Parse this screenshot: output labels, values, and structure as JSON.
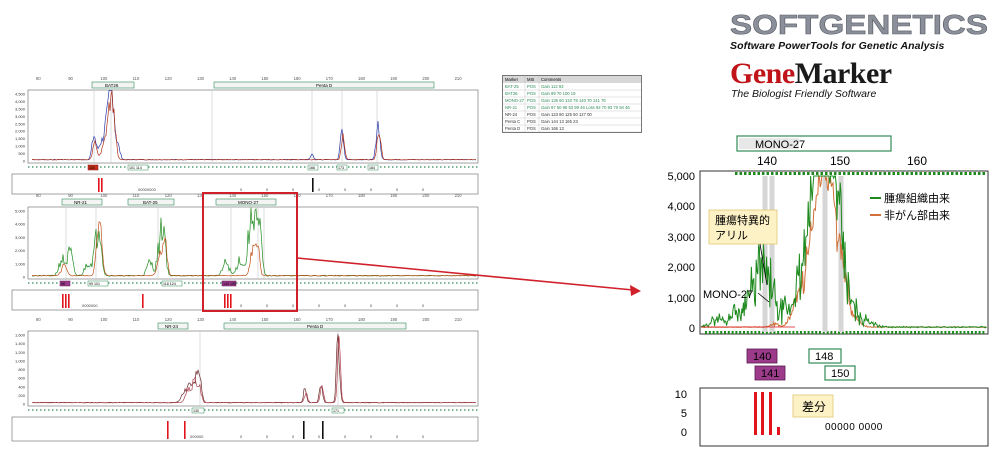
{
  "branding": {
    "company": "SOFTGENETICS",
    "tagline": "Software PowerTools for Genetic Analysis",
    "product_part1": "Gene",
    "product_part2": "Marker",
    "product_tagline": "The Biologist Friendly Software",
    "brand_color": "#c0141a"
  },
  "panels": {
    "p1": {
      "tags": [
        "BAT26",
        "Penta D"
      ],
      "y_ticks": [
        "4,500",
        "4,000",
        "3,500",
        "3,000",
        "2,500",
        "2,000",
        "1,500",
        "1,000",
        "500",
        "0"
      ],
      "x_ticks": [
        "80",
        "90",
        "100",
        "110",
        "120",
        "130",
        "140",
        "150",
        "160",
        "170",
        "180",
        "190",
        "200",
        "210"
      ],
      "bins": [
        "100",
        "101 114",
        "166",
        "173",
        "184"
      ],
      "trace_text": "00000000"
    },
    "p2": {
      "tags": [
        "NR-21",
        "BAT-25",
        "MONO-27"
      ],
      "y_ticks": [
        "5,000",
        "4,000",
        "3,000",
        "2,000",
        "1,000",
        "0"
      ],
      "bins": [
        "98",
        "99 101",
        "118 124",
        "140 150"
      ],
      "trace_text": "0000000"
    },
    "p3": {
      "tags": [
        "NR-24",
        "Penta D"
      ],
      "y_ticks": [
        "1,600",
        "1,400",
        "1,200",
        "1,000",
        "800",
        "600",
        "400",
        "200",
        "0"
      ],
      "bins": [
        "130",
        "171"
      ],
      "trace_text": "000000"
    }
  },
  "results_table": {
    "headers": [
      "Marker",
      "MSI",
      "Comments"
    ],
    "rows": [
      [
        "BAT-25",
        "POS",
        "Gain 112 93"
      ],
      [
        "BAT26",
        "POS",
        "Gain 99 70 100 19"
      ],
      [
        "MONO-27",
        "POS",
        "Gain 135 60 133 78 140 70 141 76"
      ],
      [
        "NR-21",
        "POS",
        "Gain 97 50 98 53 99 46 Loss 92 70 93 70 94 46"
      ],
      [
        "NR-24",
        "POS",
        "Gain 123 80 125 50 127 00"
      ],
      [
        "Penta C",
        "POS",
        "Gain 144 13 165 23"
      ],
      [
        "Penta D",
        "POS",
        "Gain 166 13"
      ]
    ],
    "row_colors": [
      "#2e8b57",
      "#2e8b57",
      "#2e8b57",
      "#2e8b57",
      "#333333",
      "#333333",
      "#333333"
    ]
  },
  "zoom": {
    "marker_label": "MONO-27",
    "x_ticks": [
      "140",
      "150",
      "160"
    ],
    "y_ticks": [
      "5,000",
      "4,000",
      "3,000",
      "2,000",
      "1,000",
      "0"
    ],
    "legend": [
      {
        "label": "腫瘍組織由来",
        "color": "#1e8a1e"
      },
      {
        "label": "非がん部由来",
        "color": "#d0703a"
      }
    ],
    "callout_text": "腫瘍特異的\nアリル",
    "series_label": "MONO-27",
    "bins": [
      "140",
      "148",
      "141",
      "150"
    ],
    "diff_y_ticks": [
      "10",
      "5",
      "0"
    ],
    "diff_label": "差分",
    "diff_trace_text": "00000 0000"
  }
}
